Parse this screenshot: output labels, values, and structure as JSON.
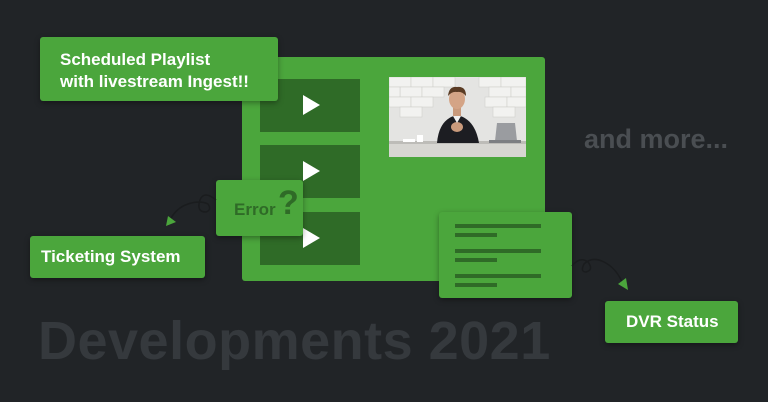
{
  "headline": "Developments 2021",
  "and_more": "and more...",
  "callouts": {
    "playlist_line1": "Scheduled Playlist",
    "playlist_line2": "with livestream Ingest!!",
    "ticketing": "Ticketing System",
    "dvr": "DVR Status",
    "error_text": "Error",
    "error_mark": "?"
  },
  "colors": {
    "background": "#212427",
    "accent_green": "#4ba63c",
    "dark_green": "#2f6b27"
  },
  "icons": [
    "play-icon",
    "play-icon",
    "play-icon",
    "curved-arrow-icon",
    "curved-arrow-icon",
    "document-lines-icon"
  ]
}
